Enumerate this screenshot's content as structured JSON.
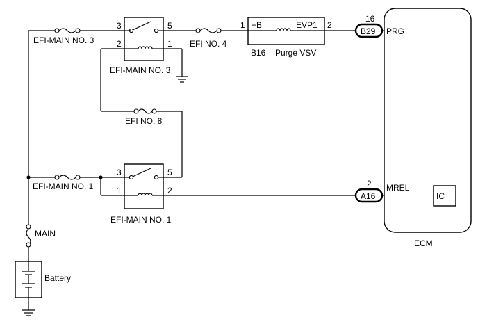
{
  "relays": {
    "efi_main_no3": {
      "label": "EFI-MAIN NO. 3",
      "pin3": "3",
      "pin5": "5",
      "pin2": "2",
      "pin1": "1"
    },
    "efi_main_no1": {
      "label": "EFI-MAIN NO. 1",
      "pin3": "3",
      "pin5": "5",
      "pin1": "1",
      "pin2": "2"
    }
  },
  "fuses": {
    "efi_main_no3": "EFI-MAIN NO. 3",
    "efi_no4": "EFI NO. 4",
    "efi_no8": "EFI NO. 8",
    "efi_main_no1": "EFI-MAIN NO. 1",
    "main": "MAIN"
  },
  "vsv": {
    "ref": "B16",
    "name": "Purge VSV",
    "pin_pos": "+B",
    "pin_sig": "EVP1",
    "pin1": "1",
    "pin2": "2"
  },
  "ecm": {
    "label": "ECM",
    "conn_b29": {
      "name": "B29",
      "pin": "16",
      "signal": "PRG"
    },
    "conn_a16": {
      "name": "A16",
      "pin": "2",
      "signal": "MREL"
    },
    "ic": "IC"
  },
  "battery": {
    "label": "Battery"
  }
}
